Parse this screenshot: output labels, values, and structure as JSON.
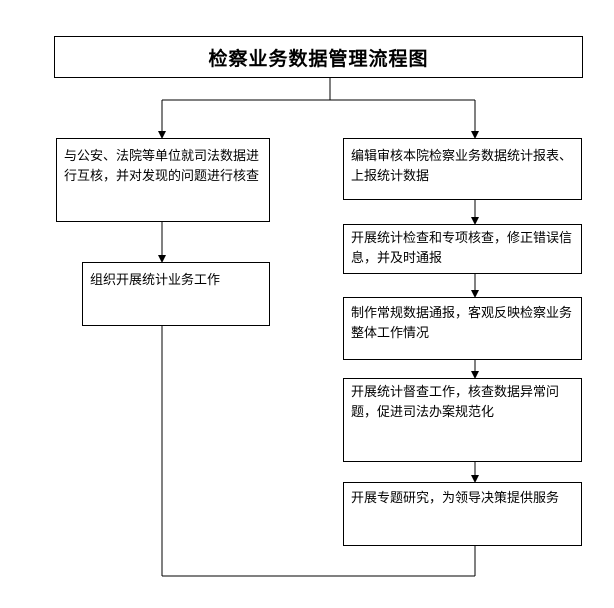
{
  "title": "检察业务数据管理流程图",
  "left_steps": [
    "与公安、法院等单位就司法数据进行互核，并对发现的问题进行核查",
    "组织开展统计业务工作"
  ],
  "right_steps": [
    "编辑审核本院检察业务数据统计报表、上报统计数据",
    "开展统计检查和专项核查，修正错误信息，并及时通报",
    "制作常规数据通报，客观反映检察业务整体工作情况",
    "开展统计督查工作，核查数据异常问题，促进司法办案规范化",
    "开展专题研究，为领导决策提供服务"
  ],
  "colors": {
    "line": "#000000",
    "box_border": "#000000",
    "background": "#ffffff"
  }
}
